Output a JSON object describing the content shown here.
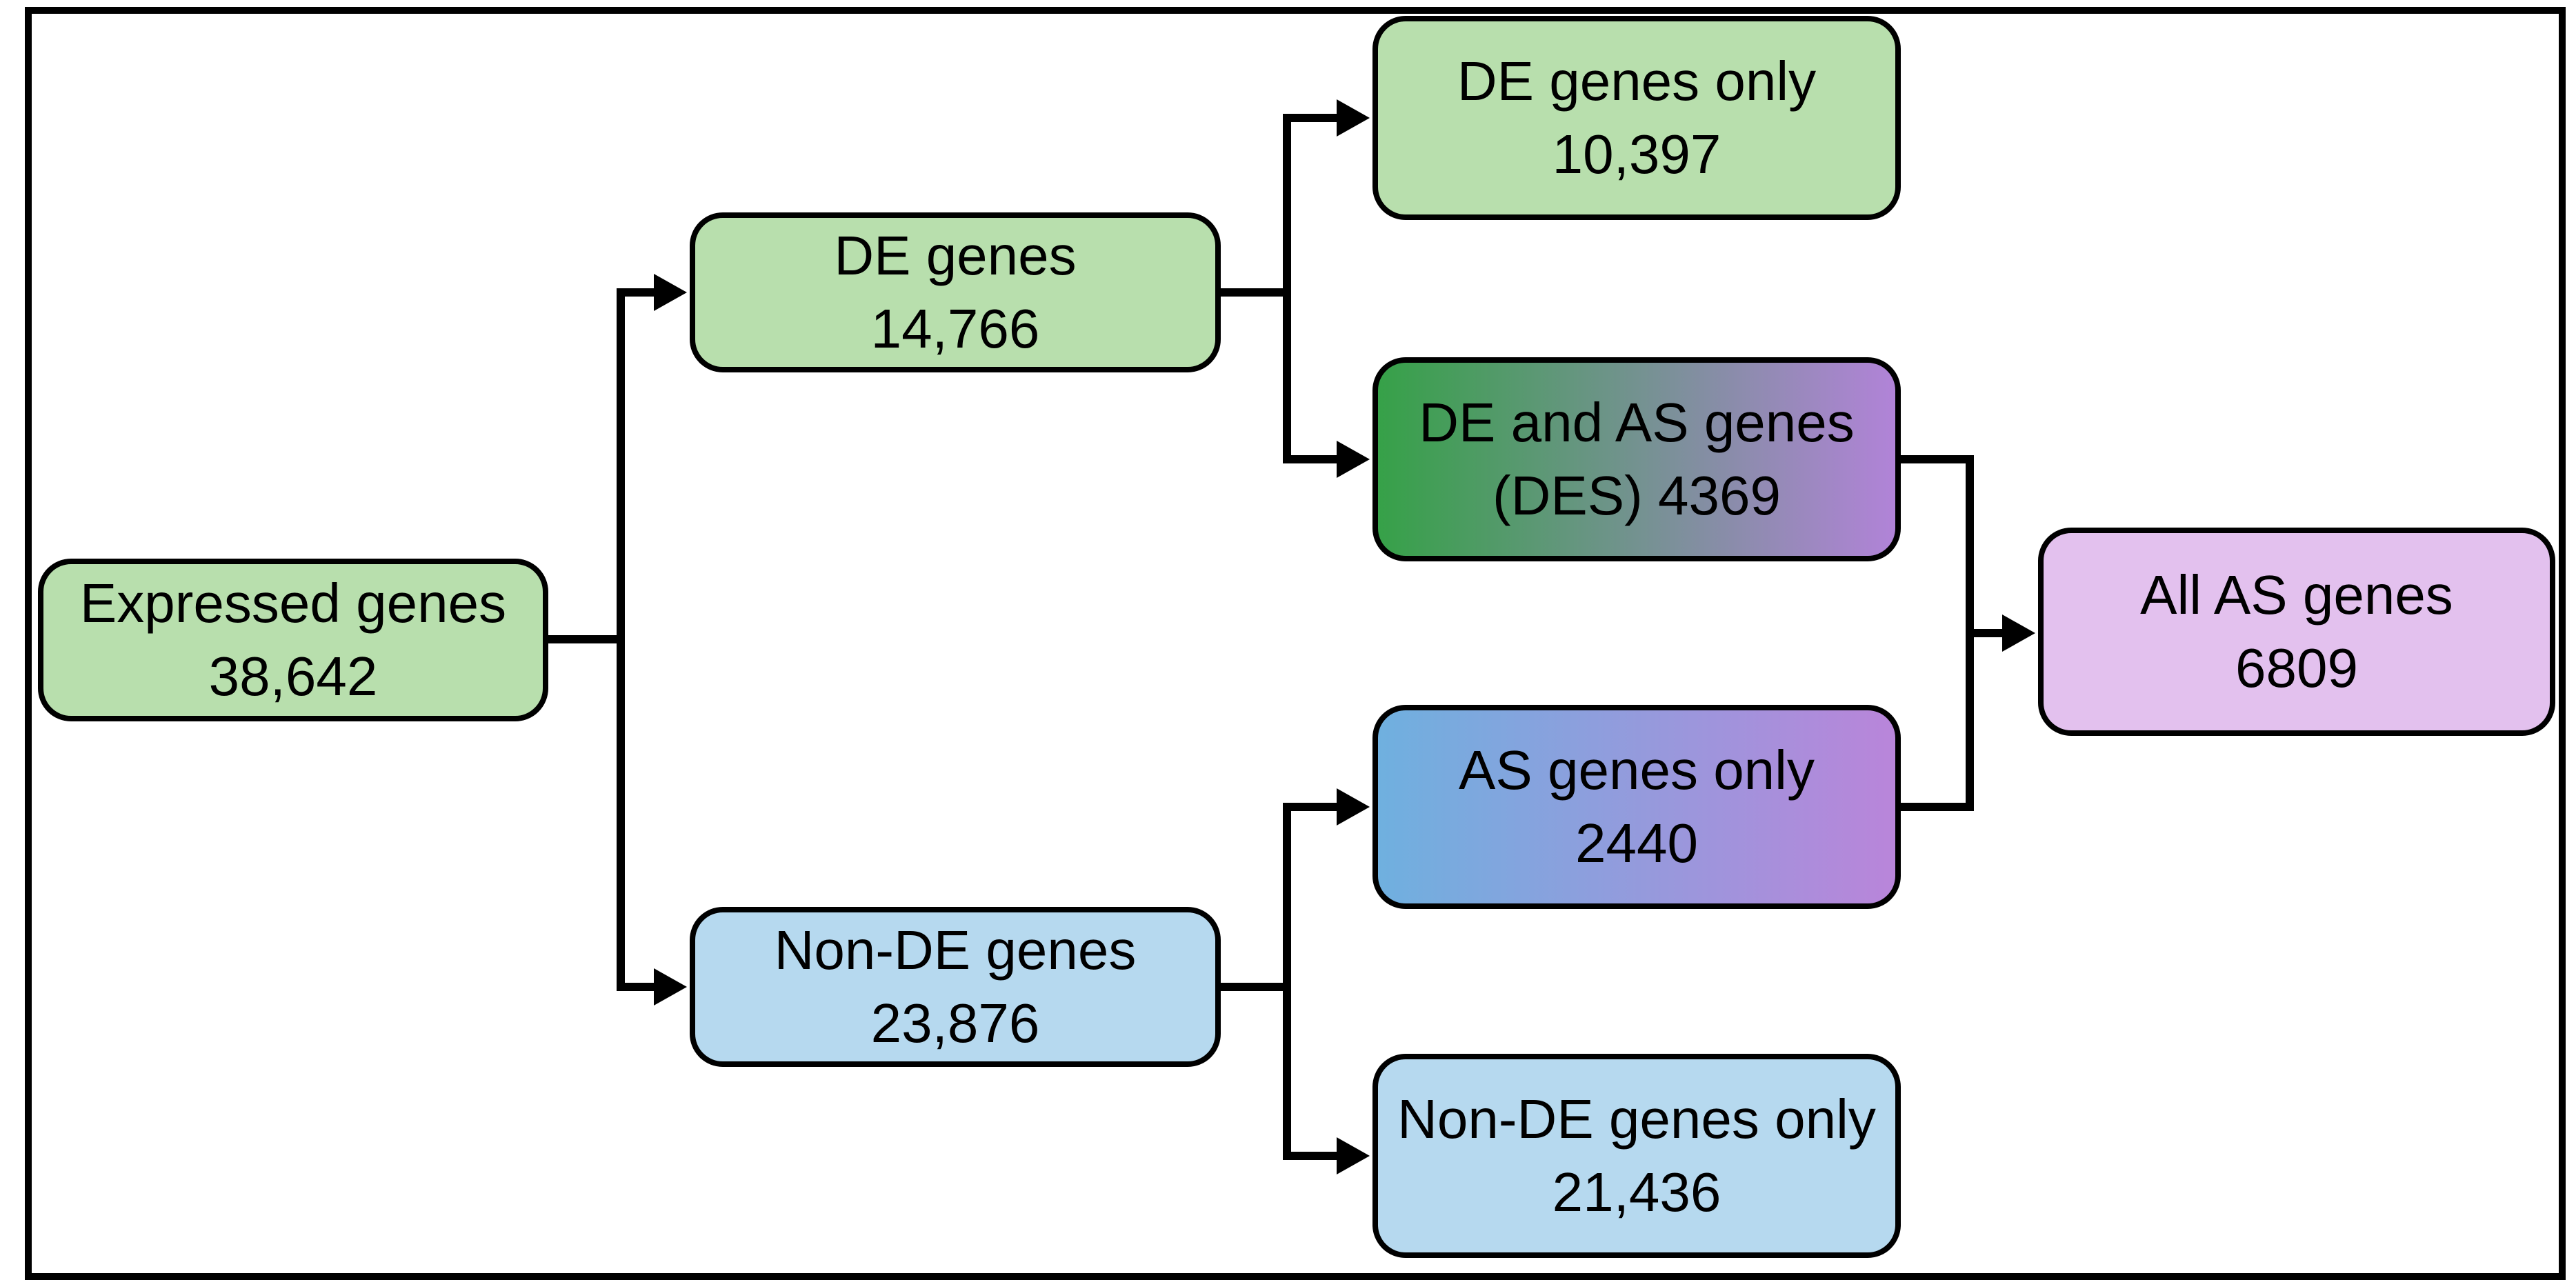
{
  "diagram": {
    "description": "Gene classification flowchart",
    "nodes": [
      {
        "id": "expressed",
        "label": "Expressed genes",
        "value": "38,642",
        "fill": "#b8dfad"
      },
      {
        "id": "de",
        "label": "DE genes",
        "value": "14,766",
        "fill": "#b8dfad"
      },
      {
        "id": "nonde",
        "label": "Non-DE genes",
        "value": "23,876",
        "fill": "#b6d9ef"
      },
      {
        "id": "deonly",
        "label": "DE genes only",
        "value": "10,397",
        "fill": "#b8dfad"
      },
      {
        "id": "des",
        "label": "DE and AS genes",
        "value": "(DES) 4369",
        "fill": "gradient:#36a148-#b183d8"
      },
      {
        "id": "asonly",
        "label": "AS genes only",
        "value": "2440",
        "fill": "gradient:#6fb0df-#b985da"
      },
      {
        "id": "nondeonly",
        "label": "Non-DE genes only",
        "value": "21,436",
        "fill": "#b6d9ef"
      },
      {
        "id": "allas",
        "label": "All AS genes",
        "value": "6809",
        "fill": "#e3c1ee"
      }
    ],
    "edges": [
      {
        "from": "expressed",
        "to": "de"
      },
      {
        "from": "expressed",
        "to": "nonde"
      },
      {
        "from": "de",
        "to": "deonly"
      },
      {
        "from": "de",
        "to": "des"
      },
      {
        "from": "nonde",
        "to": "asonly"
      },
      {
        "from": "nonde",
        "to": "nondeonly"
      },
      {
        "from": "des",
        "to": "allas"
      },
      {
        "from": "asonly",
        "to": "allas"
      }
    ],
    "colors": {
      "box_border": "#000000",
      "frame_border": "#000000",
      "connector": "#000000",
      "light_green": "#b8dfad",
      "light_blue": "#b6d9ef",
      "light_pink": "#e3c1ee",
      "gradient_green": "#36a148",
      "gradient_blue": "#6fb0df",
      "gradient_purple": "#b183d8",
      "background": "#ffffff"
    }
  }
}
